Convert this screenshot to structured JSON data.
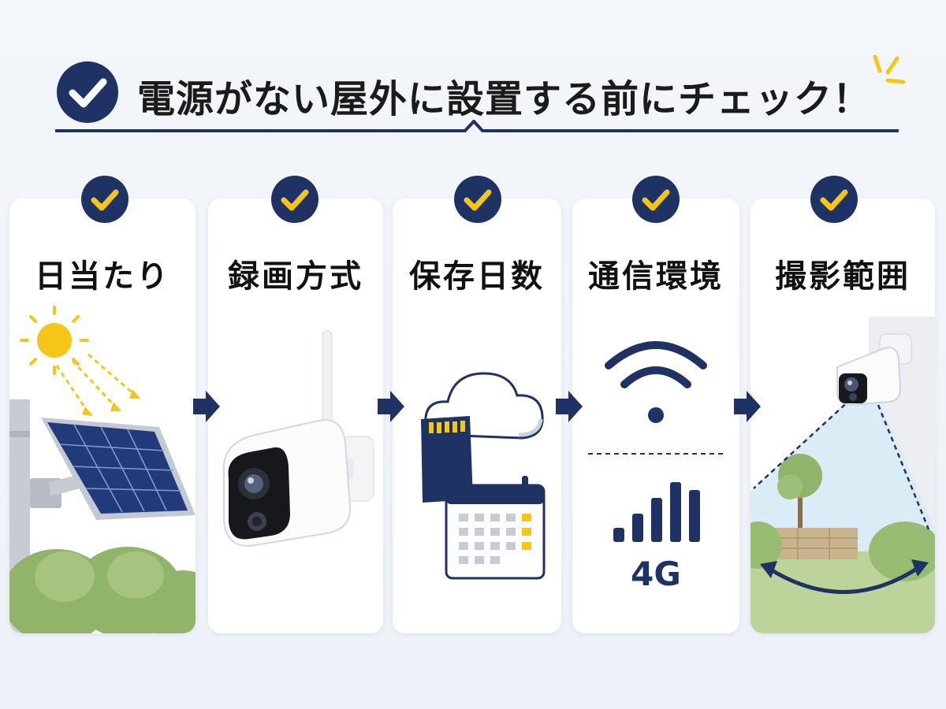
{
  "header": {
    "title": "電源がない屋外に設置する前にチェック！",
    "check_icon": "check-circle-icon",
    "sparkle_icon": "sparkle-icon"
  },
  "colors": {
    "navy": "#1e3264",
    "accent_yellow": "#f5c518",
    "background": "#f1f5fa"
  },
  "steps": [
    {
      "title": "日当たり",
      "illustration": "solar-panel-icon"
    },
    {
      "title": "録画方式",
      "illustration": "security-camera-icon"
    },
    {
      "title": "保存日数",
      "illustration": "cloud-sd-calendar-icon"
    },
    {
      "title": "通信環境",
      "illustration": "wifi-4g-icon",
      "signal_label": "4G"
    },
    {
      "title": "撮影範囲",
      "illustration": "camera-field-of-view-icon"
    }
  ]
}
